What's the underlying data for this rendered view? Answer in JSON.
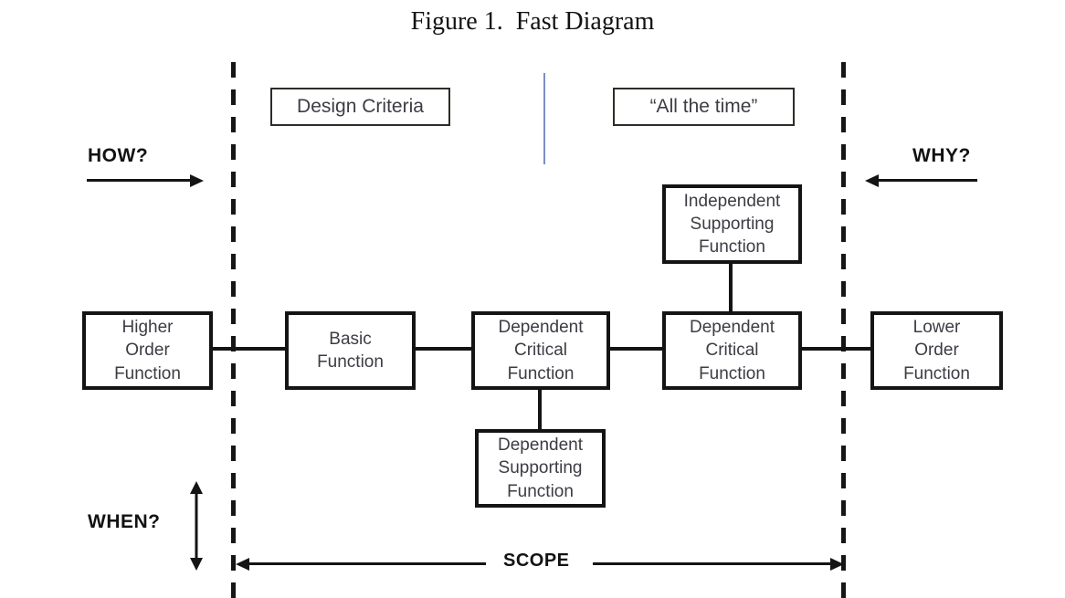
{
  "figure": {
    "title": "Figure 1.  Fast Diagram"
  },
  "top_labels": {
    "design_criteria": "Design Criteria",
    "all_the_time": "“All the time”"
  },
  "direction_labels": {
    "how": "HOW?",
    "why": "WHY?",
    "when": "WHEN?",
    "scope": "SCOPE"
  },
  "function_boxes": {
    "higher_order": "Higher\nOrder\nFunction",
    "basic": "Basic\nFunction",
    "dependent_critical_1": "Dependent\nCritical\nFunction",
    "dependent_critical_2": "Dependent\nCritical\nFunction",
    "lower_order": "Lower\nOrder\nFunction",
    "independent_supporting": "Independent\nSupporting\nFunction",
    "dependent_supporting": "Dependent\nSupporting\nFunction"
  },
  "colors": {
    "line": "#141414",
    "box_text": "#3c3c44",
    "divider_blue": "#7b8fc4",
    "background": "#ffffff"
  }
}
